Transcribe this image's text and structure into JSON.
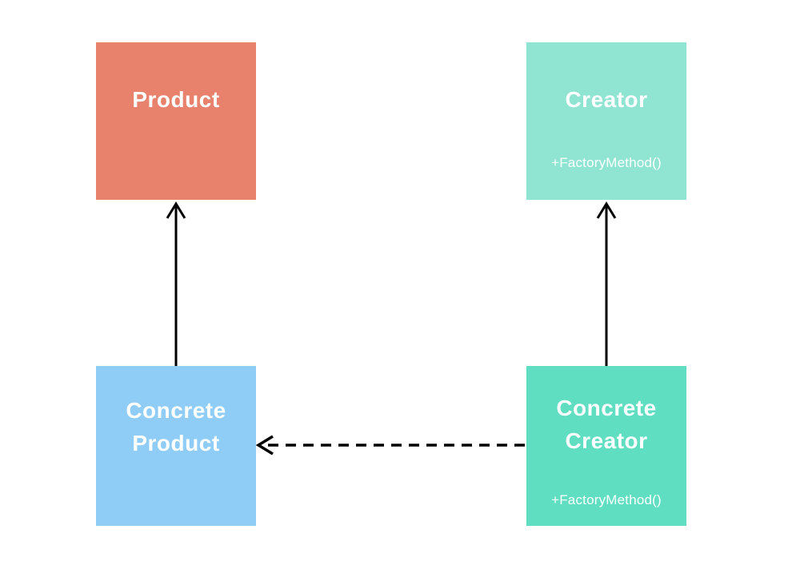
{
  "diagram": {
    "nodes": {
      "product": {
        "label": "Product",
        "color": "#E8826D",
        "text_color": "#FFFFFF"
      },
      "creator": {
        "label": "Creator",
        "method": "+FactoryMethod()",
        "color": "#8FE4D2",
        "text_color": "#FFFFFF"
      },
      "concrete_product": {
        "label": "Concrete Product",
        "color": "#90CDF6",
        "text_color": "#FFFFFF"
      },
      "concrete_creator": {
        "label": "Concrete Creator",
        "method": "+FactoryMethod()",
        "color": "#5FDEC1",
        "text_color": "#FFFFFF"
      }
    },
    "edges": [
      {
        "from": "concrete_product",
        "to": "product",
        "style": "solid",
        "direction": "up",
        "color": "#000000"
      },
      {
        "from": "concrete_creator",
        "to": "creator",
        "style": "solid",
        "direction": "up",
        "color": "#000000"
      },
      {
        "from": "concrete_creator",
        "to": "concrete_product",
        "style": "dashed",
        "direction": "left",
        "color": "#000000"
      }
    ]
  }
}
